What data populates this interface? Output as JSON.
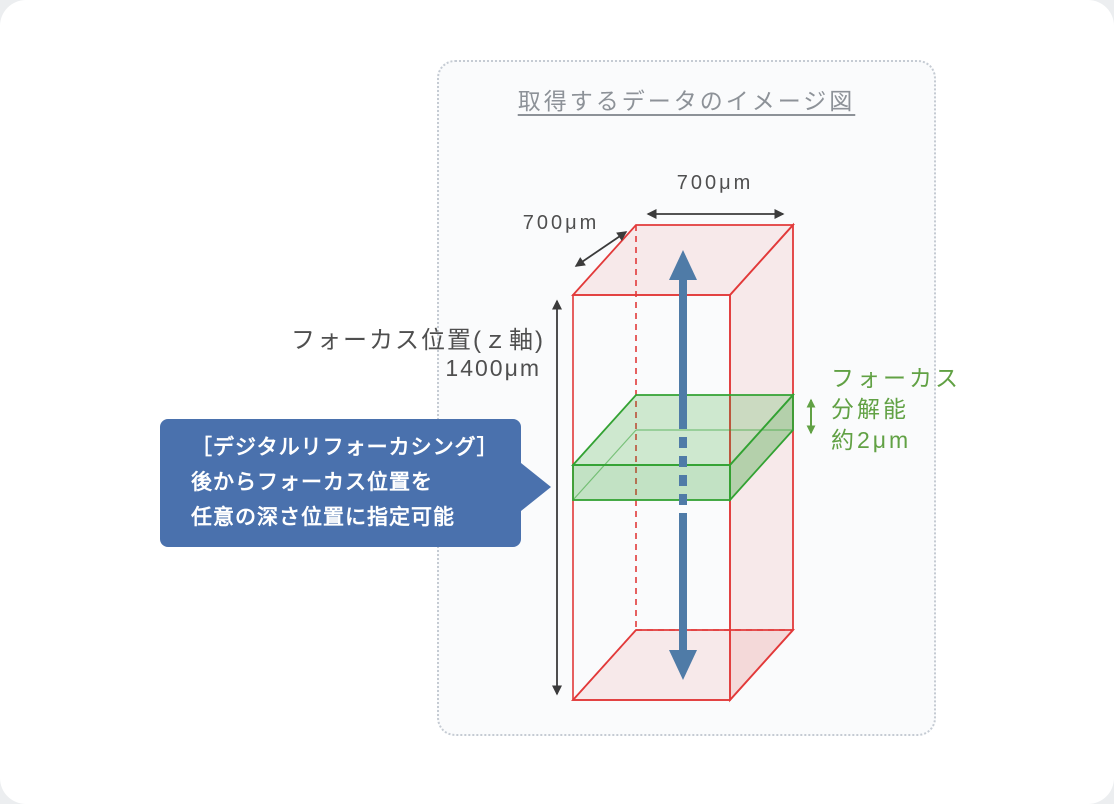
{
  "page": {
    "title": "取得するデータのイメージ図"
  },
  "diagram": {
    "dimensions": {
      "width_top": "700μm",
      "depth": "700μm"
    },
    "z_axis": {
      "label": "フォーカス位置(ｚ軸)",
      "value": "1400μm"
    },
    "resolution": {
      "line1": "フォーカス",
      "line2": "分解能",
      "line3": "約2μm"
    },
    "callout": {
      "line1": "［デジタルリフォーカシング］",
      "line2": "後からフォーカス位置を",
      "line3": "任意の深さ位置に指定可能"
    },
    "colors": {
      "box_red": "#e23a3a",
      "slab_green": "#33a233",
      "arrow_blue": "#4f7ba7",
      "callout_bg": "#4a71ad",
      "text_green": "#61a144",
      "text_gray": "#4f4f4f",
      "title_gray": "#8d9298"
    }
  }
}
